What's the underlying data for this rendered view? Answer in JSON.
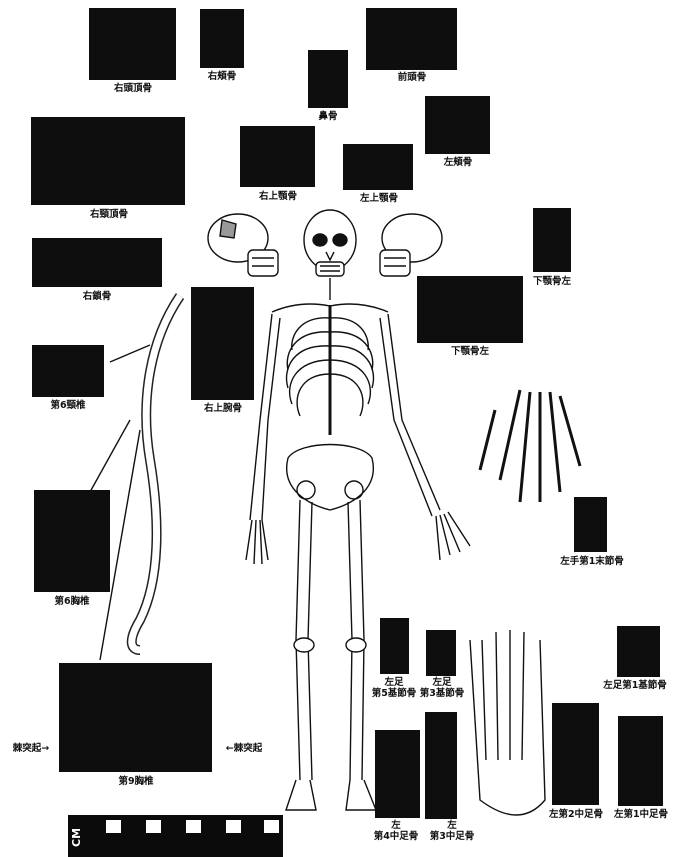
{
  "labels": {
    "right_parietal": "右頭頂骨",
    "right_zygomatic": "右頬骨",
    "nasal": "鼻骨",
    "frontal": "前頭骨",
    "left_zygomatic": "左頬骨",
    "right_temporal": "右頸頂骨",
    "right_maxilla": "右上顎骨",
    "left_maxilla": "左上顎骨",
    "mandible_left_top": "下顎骨左",
    "right_clavicle": "右鎖骨",
    "mandible_left": "下顎骨左",
    "cervical6": "第6頸椎",
    "right_humerus": "右上腕骨",
    "thoracic6": "第6胸椎",
    "left_hand_phalanx": "左手第1末節骨",
    "left_foot_5th_prox": "左足\n第5基節骨",
    "left_foot_3rd_prox": "左足\n第3基節骨",
    "left_foot_1st_prox": "左足第1基節骨",
    "spinous_left": "棘突起→",
    "spinous_right": "←棘突起",
    "thoracic9": "第9胸椎",
    "left_4th_meta": "左\n第4中足骨",
    "left_3rd_meta": "左\n第3中足骨",
    "left_2nd_meta": "左第2中足骨",
    "left_1st_meta": "左第1中足骨"
  },
  "scale": {
    "unit": "CM"
  }
}
